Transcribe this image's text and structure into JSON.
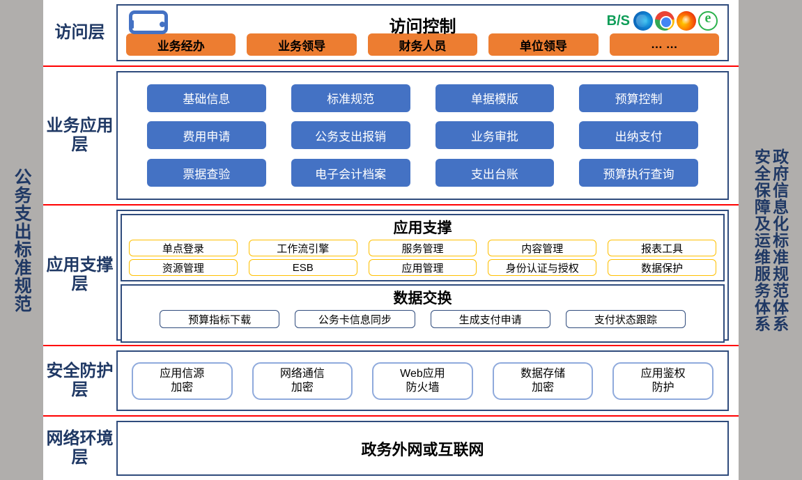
{
  "sidebars": {
    "left": {
      "label": "公务支出标准规范"
    },
    "right": [
      {
        "label": "安全保障及运维服务体系"
      },
      {
        "label": "政府信息化标准规范体系"
      }
    ]
  },
  "layers": [
    {
      "name": "access",
      "label": "访问层",
      "title": "访问控制",
      "device_icon": "smartphone-icon",
      "bs_label": "B/S",
      "browsers": [
        "edge-icon",
        "chrome-icon",
        "firefox-icon",
        "360-browser-icon"
      ],
      "roles": [
        "业务经办",
        "业务领导",
        "财务人员",
        "单位领导",
        "… …"
      ]
    },
    {
      "name": "business",
      "label": "业务应用层",
      "rows": [
        [
          "基础信息",
          "标准规范",
          "单据模版",
          "预算控制"
        ],
        [
          "费用申请",
          "公务支出报销",
          "业务审批",
          "出纳支付"
        ],
        [
          "票据查验",
          "电子会计档案",
          "支出台账",
          "预算执行查询"
        ]
      ]
    },
    {
      "name": "support",
      "label": "应用支撑层",
      "panels": [
        {
          "title": "应用支撑",
          "rows": [
            [
              "单点登录",
              "工作流引擎",
              "服务管理",
              "内容管理",
              "报表工具"
            ],
            [
              "资源管理",
              "ESB",
              "应用管理",
              "身份认证与授权",
              "数据保护"
            ]
          ]
        },
        {
          "title": "数据交换",
          "rows": [
            [
              "预算指标下载",
              "公务卡信息同步",
              "生成支付申请",
              "支付状态跟踪"
            ]
          ]
        }
      ]
    },
    {
      "name": "security",
      "label": "安全防护层",
      "boxes": [
        {
          "line1": "应用信源",
          "line2": "加密"
        },
        {
          "line1": "网络通信",
          "line2": "加密"
        },
        {
          "line1": "Web应用",
          "line2": "防火墙"
        },
        {
          "line1": "数据存储",
          "line2": "加密"
        },
        {
          "line1": "应用鉴权",
          "line2": "防护"
        }
      ]
    },
    {
      "name": "network",
      "label": "网络环境层",
      "text": "政务外网或互联网"
    }
  ],
  "colors": {
    "band": "#b0aeac",
    "navy": "#1f3864",
    "border": "#2f4b7c",
    "orange": "#ED7D31",
    "blue": "#4472C4",
    "yellow": "#ffc000",
    "light_blue": "#8faadc",
    "separator_red": "#ff0000",
    "bs_green": "#0f9d58"
  }
}
